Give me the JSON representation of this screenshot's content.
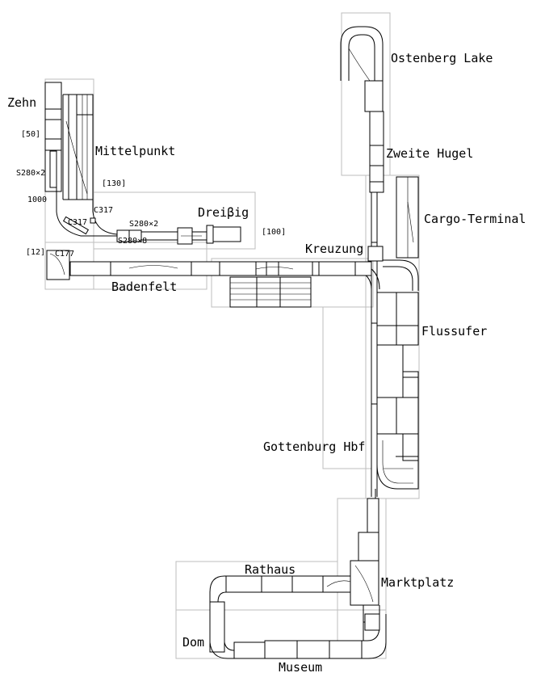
{
  "stations": {
    "ostenberg_lake": "Ostenberg Lake",
    "zweite_hugel": "Zweite Hugel",
    "cargo_terminal": "Cargo-Terminal",
    "kreuzung": "Kreuzung",
    "flussufer": "Flussufer",
    "gottenburg_hbf": "Gottenburg Hbf",
    "marktplatz": "Marktplatz",
    "rathaus": "Rathaus",
    "dom": "Dom",
    "museum": "Museum",
    "zehn": "Zehn",
    "mittelpunkt": "Mittelpunkt",
    "dreissig": "Dreiβig",
    "badenfelt": "Badenfelt"
  },
  "annotations": {
    "len_50": "[50]",
    "len_130": "[130]",
    "len_100": "[100]",
    "len_12": "[12]",
    "s280x2_left": "S280×2",
    "s280x2_mid": "S280×2",
    "dim_1000": "1000",
    "c317_a": "C317",
    "c317_b": "C317",
    "c177": "C177",
    "s280x8": "S280×8"
  }
}
